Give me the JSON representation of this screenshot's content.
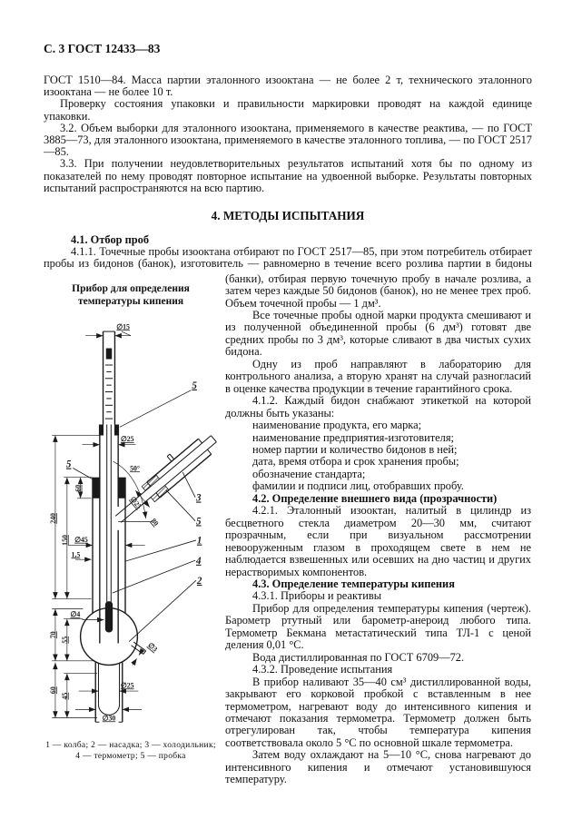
{
  "page": {
    "header": "С. 3 ГОСТ 12433—83"
  },
  "intro": [
    "ГОСТ 1510—84. Масса партии эталонного изооктана — не более 2 т, технического эталонного изооктана — не более 10 т.",
    "Проверку состояния упаковки и правильности маркировки проводят на каждой единице упаковки.",
    "3.2. Объем выборки для эталонного изооктана, применяемого в качестве реактива, — по ГОСТ 3885—73, для эталонного изооктана, применяемого в качестве эталонного топлива, — по ГОСТ 2517—85.",
    "3.3. При получении неудовлетворительных результатов испытаний хотя бы по одному из показателей по нему проводят повторное испытание на удвоенной выборке. Результаты повторных испытаний распространяются на всю партию."
  ],
  "section4": {
    "heading": "4. МЕТОДЫ ИСПЫТАНИЯ",
    "sub41": "4.1. Отбор проб",
    "p411_intro": "4.1.1. Точечные пробы изооктана отбирают по ГОСТ 2517—85, при этом потребитель отбирает пробы из бидонов (банок), изготовитель — равномерно в течение всего розлива партии в бидоны"
  },
  "figure": {
    "title_line1": "Прибор для определения",
    "title_line2": "температуры кипения",
    "caption_line1": "1 — колба; 2 — насадка; 3 — холодильник;",
    "caption_line2": "4 — термометр; 5 — пробка",
    "parts": [
      "1",
      "2",
      "3",
      "4",
      "5"
    ],
    "dims": {
      "d15": "∅15",
      "d25_neck": "∅25",
      "cork60": "60",
      "angle50": "50°",
      "d25_cond": "∅25",
      "len80": "80",
      "d45": "∅45",
      "wall15": "1,5",
      "v240": "240",
      "v150": "150",
      "v70": "70",
      "v55": "55",
      "d4": "∅4",
      "d3": "∅3",
      "v60": "60",
      "v45": "45",
      "d25_bottom": "∅25",
      "d30": "∅30"
    }
  },
  "column": {
    "paragraphs": [
      "(банки), отбирая первую точечную пробу в начале розлива, а затем через каждые 50 бидонов (банок), но не менее трех проб. Объем точечной пробы — 1 дм³.",
      "Все точечные пробы одной марки продукта смешивают и из полученной объединенной пробы (6 дм³) готовят две средних пробы по 3 дм³, которые сливают в два чистых сухих бидона.",
      "Одну из проб направляют в лабораторию для контрольного анализа, а вторую хранят на случай разногласий в оценке качества продукции в течение гарантийного срока.",
      "4.1.2. Каждый бидон снабжают этикеткой  на которой должны быть указаны:",
      "наименование продукта, его марка;",
      "наименование предприятия-изготовителя;",
      "номер партии и количество бидонов в ней;",
      "дата, время отбора и срок хранения пробы;",
      "обозначение стандарта;",
      "фамилии и подписи лиц, отобравших пробу.",
      "4.2. Определение внешнего вида (прозрачности)",
      "4.2.1. Эталонный изооктан, налитый в цилиндр из бесцветного стекла диаметром 20—30 мм, считают прозрачным, если при визуальном рассмотрении невооруженным глазом в проходящем свете в нем не наблюдается взвешенных или осевших на дно частиц и других нерастворимых компонентов.",
      "4.3. Определение температуры кипения",
      "4.3.1. Приборы и реактивы",
      "Прибор для определения температуры кипения (чертеж). Барометр ртутный  или барометр-анероид любого типа. Термометр Бекмана метастатический типа ТЛ-1 с ценой деления 0,01 °С.",
      "Вода дистиллированная по ГОСТ 6709—72.",
      "4.3.2.  Проведение испытания",
      "В прибор наливают 35—40 см³ дистиллированной воды, закрывают его корковой пробкой с вставленным в нее термометром, нагревают воду до интенсивного кипения и отмечают показания термометра. Термометр должен быть отрегулирован так, чтобы температура кипения соответствовала около 5 °С по основной шкале термометра.",
      "Затем воду охлаждают на 5—10 °С, снова нагревают до интенсивного кипения и отмечают установившуюся температуру."
    ]
  }
}
